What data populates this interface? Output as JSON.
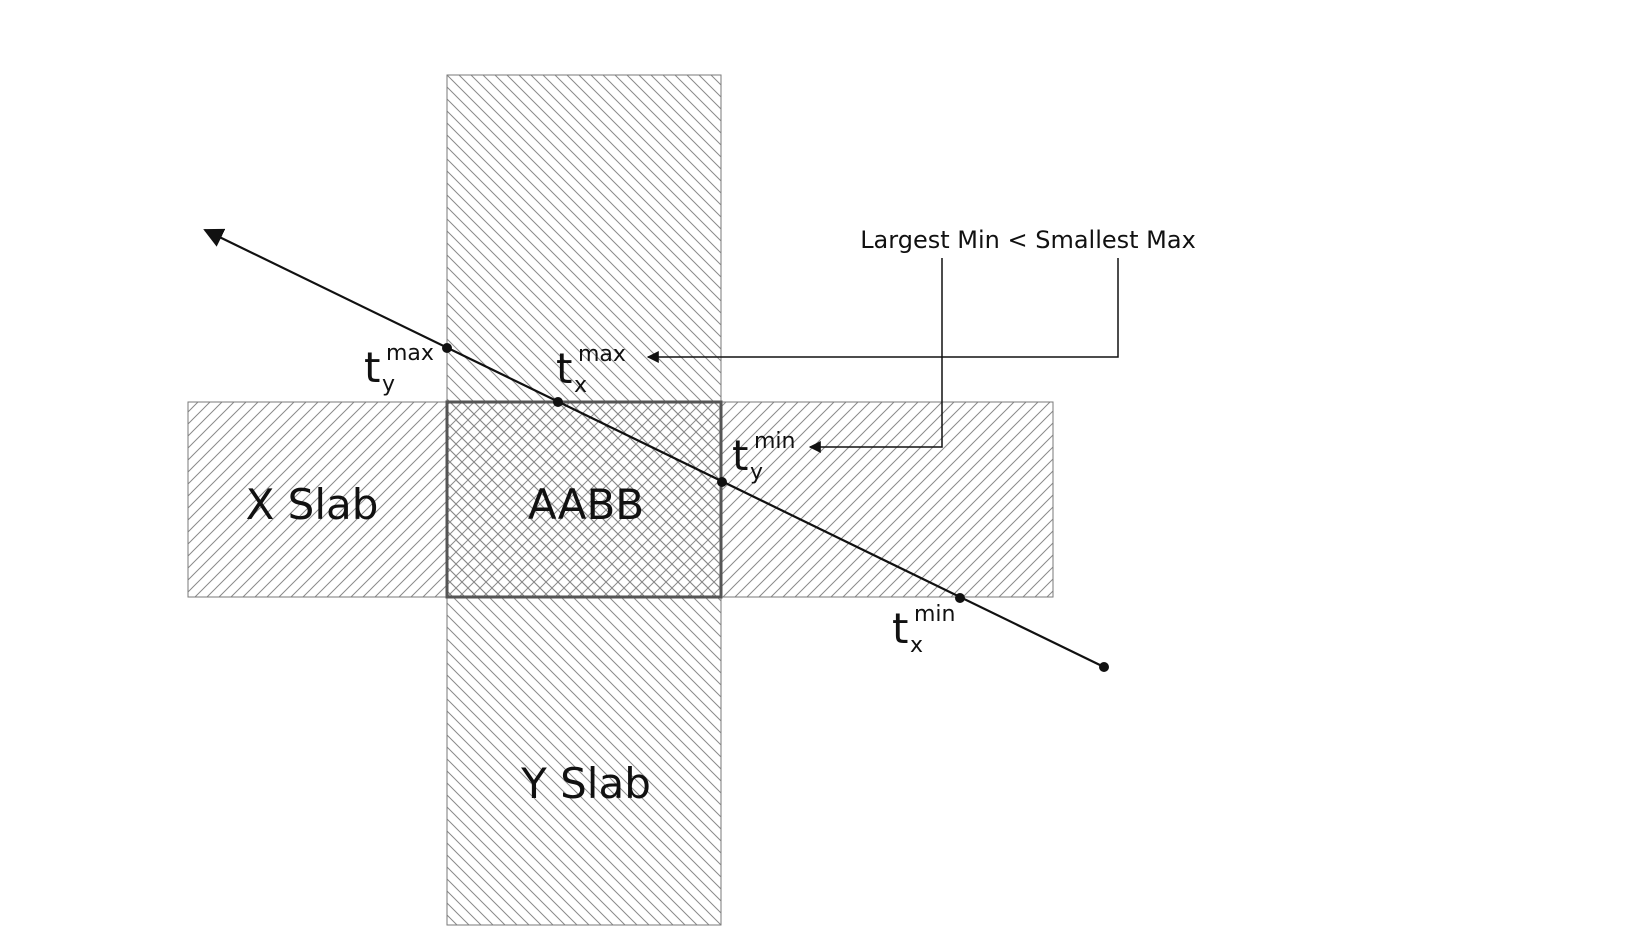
{
  "labels": {
    "x_slab": "X Slab",
    "y_slab": "Y Slab",
    "aabb": "AABB",
    "callout": "Largest Min < Smallest Max"
  },
  "t_labels": {
    "ty_max": {
      "base": "t",
      "sub": "y",
      "sup": "max"
    },
    "tx_max": {
      "base": "t",
      "sub": "x",
      "sup": "max"
    },
    "ty_min": {
      "base": "t",
      "sub": "y",
      "sup": "min"
    },
    "tx_min": {
      "base": "t",
      "sub": "x",
      "sup": "min"
    }
  },
  "colors": {
    "hatch": "#8a8a8a",
    "outline": "#7a7a7a",
    "aabb_outline": "#555555",
    "ray": "#111111",
    "text": "#111111"
  }
}
